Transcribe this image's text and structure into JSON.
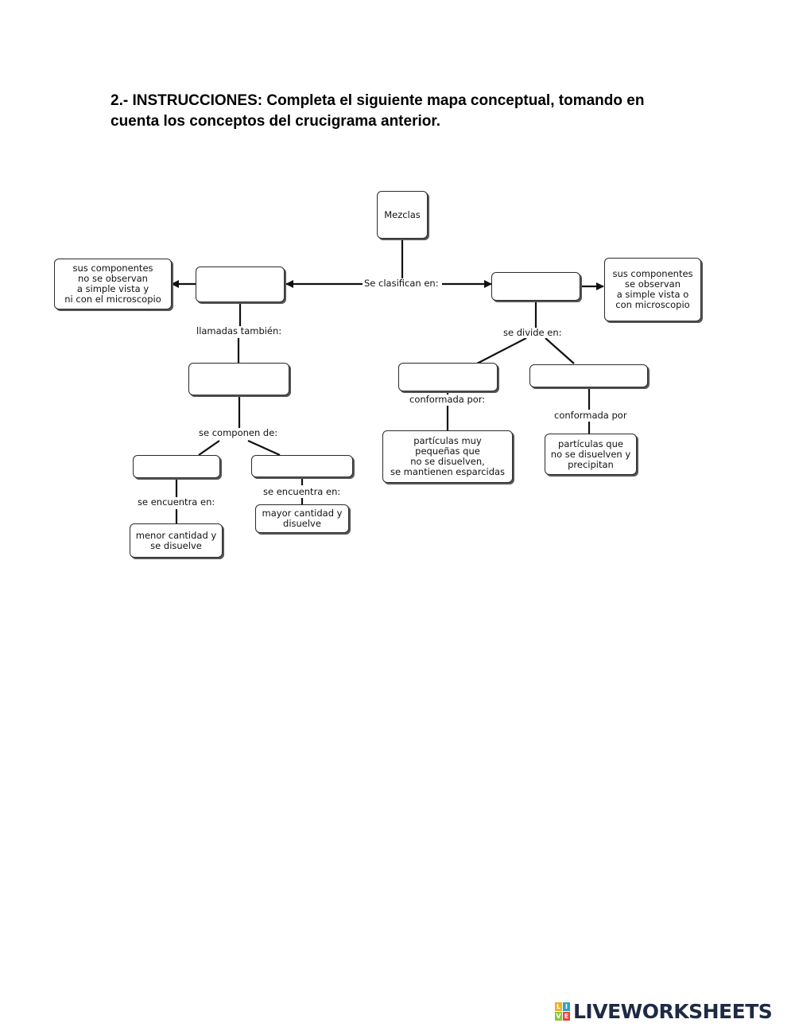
{
  "instructions": {
    "line1": "2.- INSTRUCCIONES: Completa el siguiente mapa conceptual, tomando en",
    "line2": "cuenta los conceptos del crucigrama anterior."
  },
  "concept_map": {
    "root": "Mezclas",
    "links": {
      "classified": "Se clasifican en:",
      "also_called": "llamadas también:",
      "composed_of": "se componen de:",
      "found_in_left": "se encuentra en:",
      "found_in_right": "se encuentra en:",
      "divided_into": "se divide en:",
      "formed_by_left": "conformada por:",
      "formed_by_right": "conformada por"
    },
    "descriptions": {
      "homogeneous": "sus componentes\nno se observan\na simple vista y\nni con el microscopio",
      "heterogeneous": "sus componentes\nse observan\na simple vista o\ncon microscopio",
      "solute": "menor cantidad y\nse disuelve",
      "solvent": "mayor cantidad y\ndisuelve",
      "colloid": "partículas muy\npequeñas que\nno se disuelven,\nse mantienen esparcidas",
      "suspension": "partículas que\nno se disuelven y\nprecipitan"
    },
    "blanks": {
      "left_type": "",
      "right_type": "",
      "solution": "",
      "component_left": "",
      "component_right": "",
      "division_left": "",
      "division_right": ""
    }
  },
  "footer": {
    "logo_text": "LIVEWORKSHEETS",
    "logo_tiles": [
      "L",
      "I",
      "V",
      "E"
    ],
    "colors": {
      "tile1": "#f2b01e",
      "tile2": "#2aa6c9",
      "tile3": "#8bc53f",
      "tile4": "#e8453c",
      "text": "#1f2a44"
    }
  }
}
